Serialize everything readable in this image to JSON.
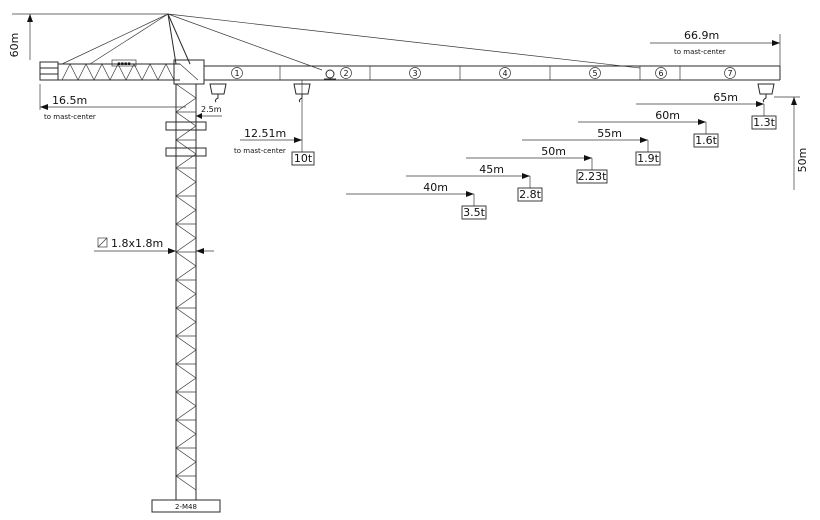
{
  "heights": {
    "tower_height": "60m",
    "hook_height": "50m"
  },
  "jib": {
    "max_radius": "66.9m",
    "max_radius_note": "to mast-center",
    "sections": [
      "1",
      "2",
      "3",
      "4",
      "5",
      "6",
      "7"
    ]
  },
  "counter_jib": {
    "radius": "16.5m",
    "note": "to mast-center",
    "slewing_offset": "2.5m"
  },
  "max_load": {
    "radius": "12.51m",
    "note": "to mast-center",
    "load": "10t"
  },
  "mast": {
    "section": "1.8x1.8m",
    "base_label": "2-M48"
  },
  "load_chart": [
    {
      "radius": "40m",
      "load": "3.5t"
    },
    {
      "radius": "45m",
      "load": "2.8t"
    },
    {
      "radius": "50m",
      "load": "2.23t"
    },
    {
      "radius": "55m",
      "load": "1.9t"
    },
    {
      "radius": "60m",
      "load": "1.6t"
    },
    {
      "radius": "65m",
      "load": "1.3t"
    }
  ]
}
